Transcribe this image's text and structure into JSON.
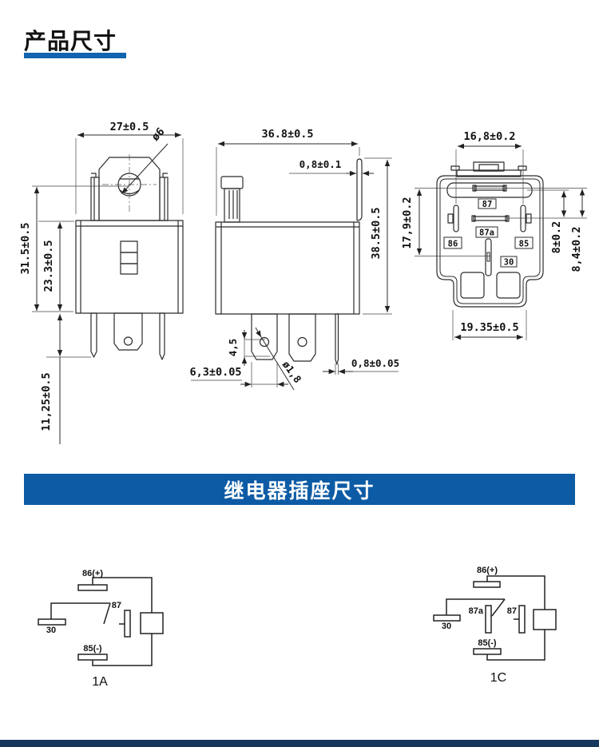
{
  "header": {
    "title": "产品尺寸"
  },
  "banner": {
    "title": "继电器插座尺寸"
  },
  "colors": {
    "accent_underline": "#1164ad",
    "banner_blue": "#0d5ba5",
    "footer_navy": "#17365c",
    "line": "#2b2b2b"
  },
  "drawings": {
    "front": {
      "width": "27±0.5",
      "hole_dia": "ø6",
      "total_height": "31.5±0.5",
      "body_height": "23.3±0.5",
      "pin_length": "11,25±0.5"
    },
    "side": {
      "width": "36.8±0.5",
      "bracket_thickness": "0,8±0.1",
      "height": "38.5±0.5",
      "hole_offset": "4,5",
      "hole_dia": "ø1,8",
      "blade_width": "6,3±0.05",
      "pin_thickness": "0,8±0.05"
    },
    "bottom": {
      "blade_span": "16,8±0.2",
      "pin_field_height": "17,9±0.2",
      "gap_inner": "8±0.2",
      "gap_outer": "8,4±0.2",
      "base_width": "19.35±0.5",
      "pin_labels": {
        "no": "87",
        "nc": "87a",
        "coil_a": "86",
        "coil_b": "85",
        "common": "30"
      }
    }
  },
  "circuits": {
    "c1a": {
      "name": "1A",
      "t_86": "86(+)",
      "t_30": "30",
      "t_87": "87",
      "t_85": "85(-)"
    },
    "c1c": {
      "name": "1C",
      "t_86": "86(+)",
      "t_30": "30",
      "t_87a": "87a",
      "t_87": "87",
      "t_85": "85(-)"
    }
  }
}
